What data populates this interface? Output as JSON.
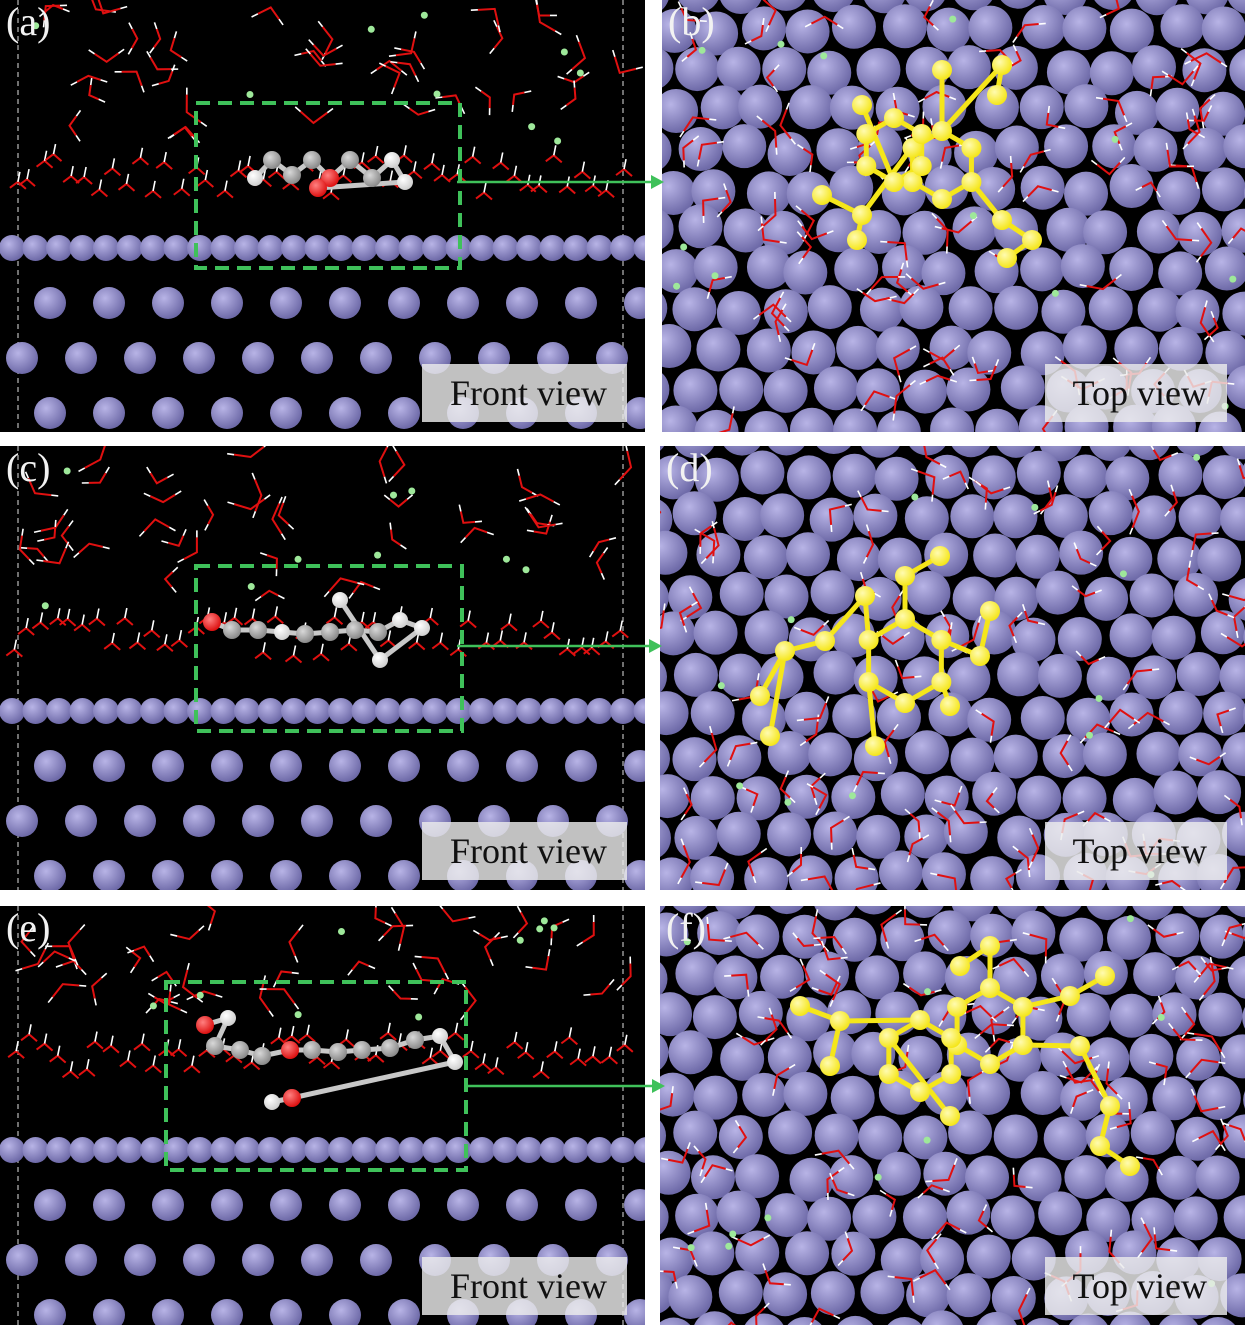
{
  "panels": [
    {
      "label": "(a)",
      "view": "Front view",
      "kind": "front"
    },
    {
      "label": "(b)",
      "view": "Top view",
      "kind": "top"
    },
    {
      "label": "(c)",
      "view": "Front view",
      "kind": "front"
    },
    {
      "label": "(d)",
      "view": "Top view",
      "kind": "top"
    },
    {
      "label": "(e)",
      "view": "Front view",
      "kind": "front"
    },
    {
      "label": "(f)",
      "view": "Top view",
      "kind": "top"
    }
  ],
  "colors": {
    "background": "#000000",
    "metal_atom": "#6e6aa8",
    "water_oxygen": "#e01010",
    "water_hydrogen": "#ffffff",
    "ion": "#9ee89a",
    "adsorbate_highlight": "#f5e61a",
    "adsorbate_carbon": "#8a8a8a",
    "adsorbate_hydrogen": "#f0f0f0",
    "adsorbate_oxygen": "#dd1111",
    "zoom_box": "#3fc15a"
  }
}
